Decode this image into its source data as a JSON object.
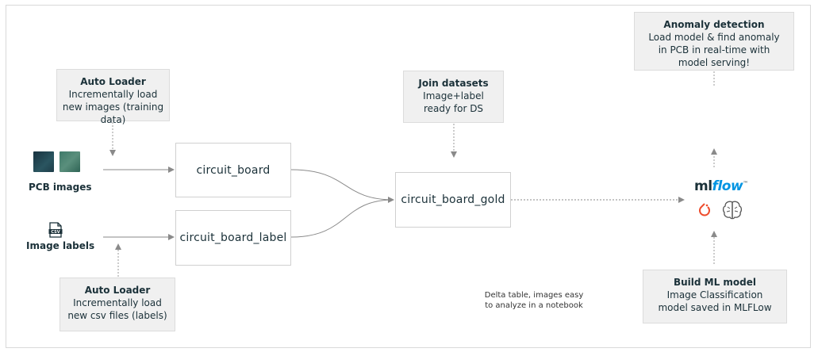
{
  "sources": {
    "pcb_images_label": "PCB images",
    "image_labels_label": "Image labels",
    "csv_icon_text": "CSV"
  },
  "notes": {
    "auto_loader_images": {
      "title": "Auto Loader",
      "body": "Incrementally load new images (training data)"
    },
    "auto_loader_labels": {
      "title": "Auto Loader",
      "body": "Incrementally load new csv files (labels)"
    },
    "join": {
      "title": "Join datasets",
      "body": "Image+label ready for DS"
    },
    "anomaly": {
      "title": "Anomaly detection",
      "body": "Load model & find anomaly in PCB in real-time with model serving!"
    },
    "build_model": {
      "title": "Build ML model",
      "body": "Image Classification model saved in MLFLow"
    }
  },
  "tables": {
    "circuit_board": "circuit_board",
    "circuit_board_label": "circuit_board_label",
    "circuit_board_gold": "circuit_board_gold"
  },
  "delta_note": "Delta table, images easy to analyze in a notebook",
  "mlflow": {
    "ml": "ml",
    "flow": "flow",
    "tm": "™"
  },
  "colors": {
    "text": "#1b3139",
    "note_bg": "#f0f0f0",
    "line": "#8a8a8a",
    "mlflow_blue": "#0194e2",
    "pytorch": "#ee4c2c"
  }
}
